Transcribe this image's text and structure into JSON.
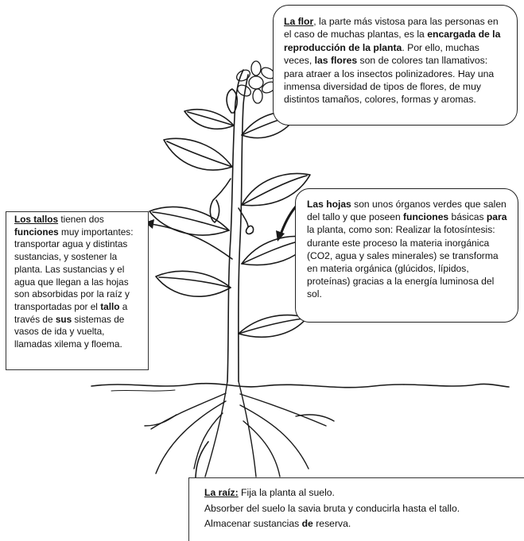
{
  "flor": {
    "title": "La flor",
    "t1": ", la parte más vistosa para las personas en el caso de muchas plantas, es la ",
    "b1": "encargada de la reproducción de la planta",
    "t2": ". Por ello, muchas veces, ",
    "b2": "las flores",
    "t3": " son de colores tan llamativos: para atraer a los insectos polinizadores. Hay una inmensa diversidad de tipos de flores, de muy distintos tamaños, colores, formas y aromas."
  },
  "tallos": {
    "title": "Los tallos",
    "t1": " tienen dos ",
    "b1": "funciones",
    "t2": " muy importantes: transportar agua y distintas sustancias, y sostener la planta. Las sustancias y el agua que llegan a las hojas son absorbidas por la raíz y transportadas por el ",
    "b2": "tallo",
    "t3": " a través de ",
    "b3": "sus",
    "t4": " sistemas de vasos de ida y vuelta, llamadas xilema y floema."
  },
  "hojas": {
    "title": "Las hojas",
    "t1": " son unos órganos verdes que salen del tallo y que poseen ",
    "b1": "funciones",
    "t2": " básicas ",
    "b2": "para",
    "t3": " la planta, como son: Realizar la fotosíntesis: durante este proceso la materia inorgánica (CO2, agua y sales minerales) se transforma en materia orgánica (glúcidos, lípidos, proteínas) gracias a la energía luminosa del sol."
  },
  "raiz": {
    "title": "La raíz:",
    "line1": " Fija la planta al suelo.",
    "line2": "Absorber del suelo la savia bruta y conducirla hasta el tallo.",
    "line3a": "Almacenar sustancias ",
    "line3b": "de",
    "line3c": " reserva."
  }
}
